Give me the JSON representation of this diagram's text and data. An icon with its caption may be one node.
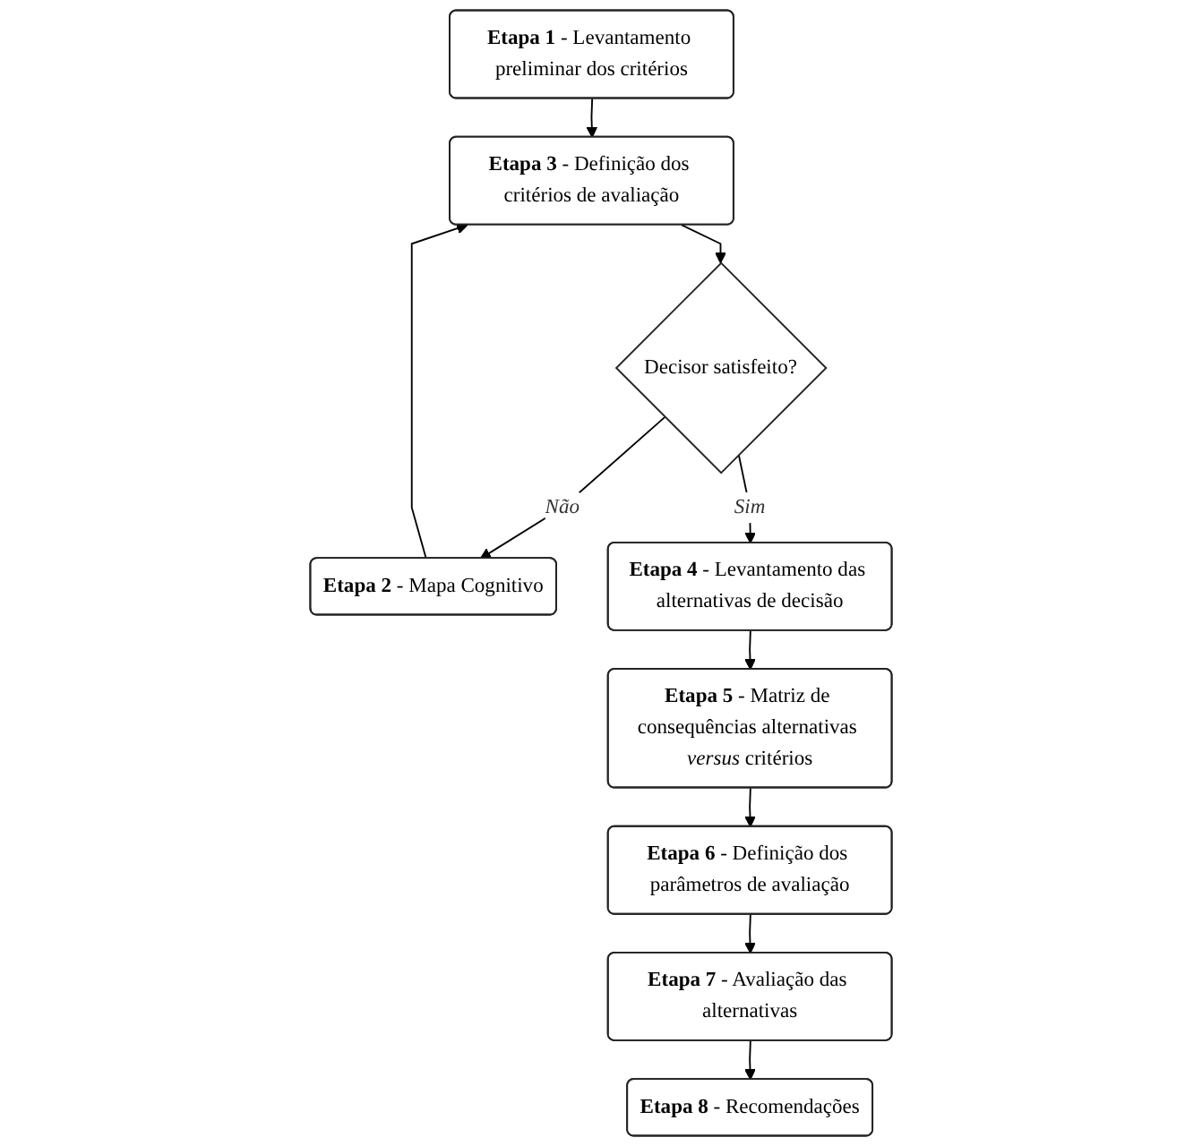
{
  "diagram": {
    "nodes": [
      {
        "text": [
          "**Etapa 1** - Levantamento preliminar dos critérios"
        ]
      },
      {
        "text": [
          "**Etapa 2** - Mapa Cognitivo"
        ]
      },
      {
        "text": [
          "**Etapa 3** - Definição dos critérios de avaliação"
        ]
      },
      {
        "text": [
          "Decisor satisfeito?"
        ]
      },
      {
        "text": [
          "**Etapa 4** - Levantamento das alternativas de decisão"
        ]
      },
      {
        "text": [
          "**Etapa 5** - Matriz de consequências alternativas *versus* critérios"
        ]
      },
      {
        "text": [
          "**Etapa 6** - Definição dos parâmetros de avaliação"
        ]
      },
      {
        "text": [
          "**Etapa 7** - Avaliação das alternativas"
        ]
      },
      {
        "text": [
          "**Etapa 8** - Recomendações"
        ]
      }
    ],
    "edges": [
      {
        "from": 0,
        "to": 2,
        "arrow": "to"
      },
      {
        "from": 1,
        "to": 2,
        "arrow": "to"
      },
      {
        "from": 2,
        "to": 3,
        "arrow": "to"
      },
      {
        "from": 3,
        "to": 1,
        "arrow": "to",
        "label": "*Não*"
      },
      {
        "from": 3,
        "to": 4,
        "arrow": "to",
        "label": "*Sim*"
      },
      {
        "from": 4,
        "to": 5,
        "arrow": "to"
      },
      {
        "from": 5,
        "to": 6,
        "arrow": "to"
      },
      {
        "from": 6,
        "to": 7,
        "arrow": "to"
      },
      {
        "from": 7,
        "to": 8,
        "arrow": "to"
      }
    ]
  }
}
